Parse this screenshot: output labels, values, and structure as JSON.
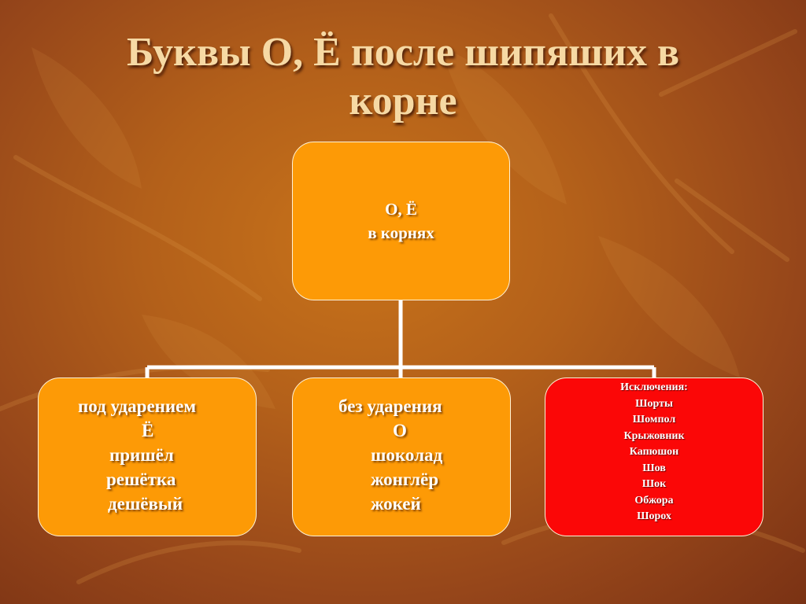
{
  "slide": {
    "title_line1": "Буквы О, Ё после шипяших в",
    "title_line2": "корне"
  },
  "root": {
    "line1": "О, Ё",
    "line2": "в корнях"
  },
  "stressed": {
    "heading": "под ударением",
    "letter": "Ё",
    "examples": [
      "пришёл",
      "решётка",
      "дешёвый"
    ]
  },
  "unstressed": {
    "heading": "без ударения",
    "letter": "О",
    "examples": [
      "шоколад",
      "жонглёр",
      "жокей"
    ]
  },
  "exceptions": {
    "heading": "Исключения:",
    "words": [
      "Шорты",
      "Шомпол",
      "Крыжовник",
      "Капюшон",
      "Шов",
      "Шок",
      "Обжора",
      "Шорох"
    ]
  },
  "colors": {
    "background": "#b3601a",
    "box_orange": "#fd9a06",
    "box_red": "#fb0707",
    "title": "#f6d9a4",
    "connector": "#ffffff"
  }
}
